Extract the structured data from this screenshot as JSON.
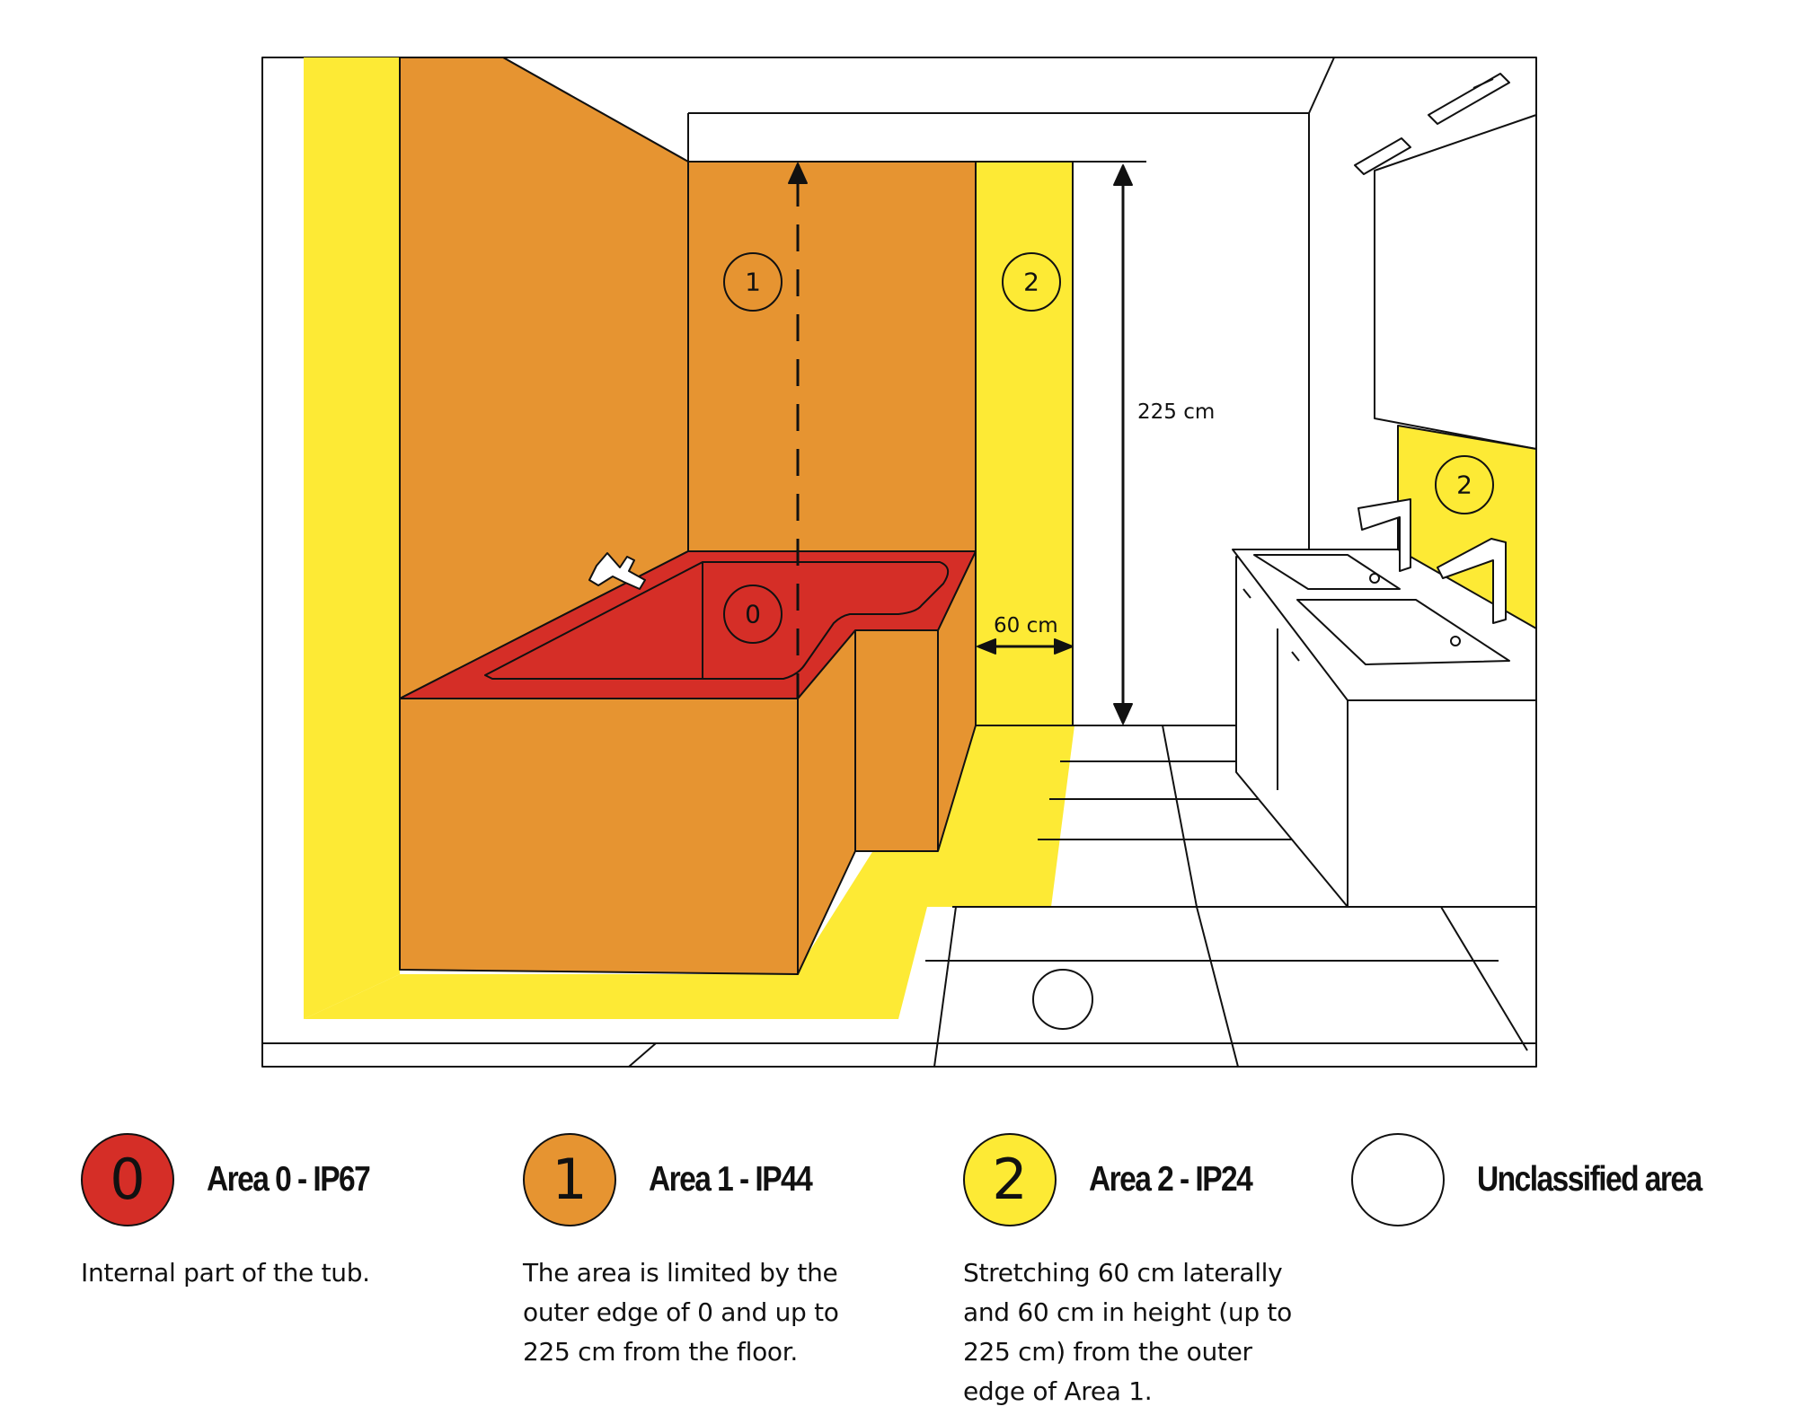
{
  "colors": {
    "area0": "#d52e27",
    "area1": "#e69431",
    "area2": "#fdea35",
    "unclassified": "#ffffff",
    "line": "#111111"
  },
  "diagram": {
    "zone_labels": {
      "area1": "1",
      "area0": "0",
      "area2_wall": "2",
      "area2_sink": "2"
    },
    "dim_height": "225 cm",
    "dim_width": "60 cm"
  },
  "legend": [
    {
      "symbol": "0",
      "title": "Area 0 - IP67",
      "description": "Internal part of the tub."
    },
    {
      "symbol": "1",
      "title": "Area 1 - IP44",
      "description": "The area is limited by the\nouter edge of 0 and up to\n225 cm from the floor."
    },
    {
      "symbol": "2",
      "title": "Area 2 - IP24",
      "description": "Stretching 60 cm laterally\nand 60 cm in height (up to\n225 cm) from the outer\nedge of Area 1."
    },
    {
      "symbol": "",
      "title": "Unclassified area",
      "description": ""
    }
  ]
}
